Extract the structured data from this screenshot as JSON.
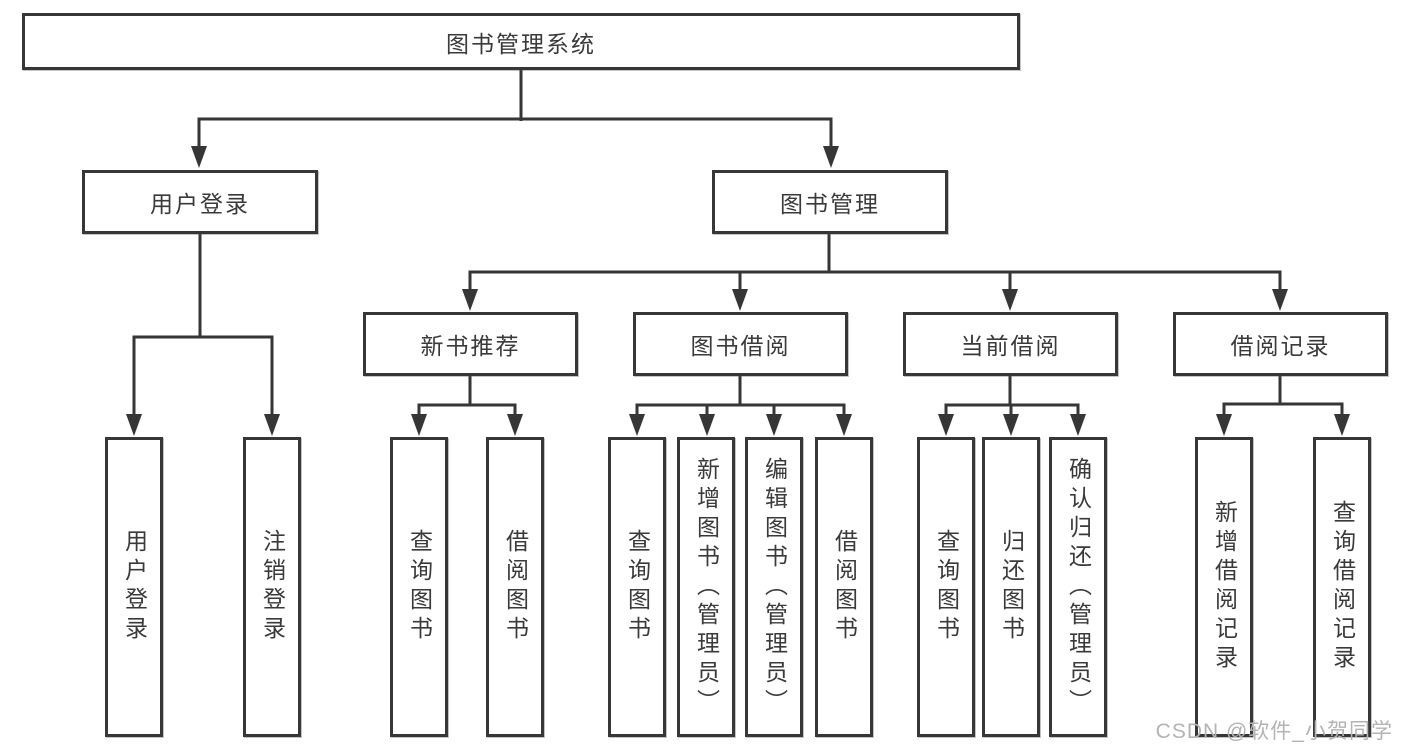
{
  "diagram": {
    "type": "hierarchy-tree",
    "root": {
      "label": "图书管理系统"
    },
    "level2": [
      {
        "label": "用户登录"
      },
      {
        "label": "图书管理"
      }
    ],
    "level3": [
      {
        "label": "新书推荐",
        "parent": "图书管理"
      },
      {
        "label": "图书借阅",
        "parent": "图书管理"
      },
      {
        "label": "当前借阅",
        "parent": "图书管理"
      },
      {
        "label": "借阅记录",
        "parent": "图书管理"
      }
    ],
    "leaves": [
      {
        "label": "用户登录",
        "parent": "用户登录"
      },
      {
        "label": "注销登录",
        "parent": "用户登录"
      },
      {
        "label": "查询图书",
        "parent": "新书推荐"
      },
      {
        "label": "借阅图书",
        "parent": "新书推荐"
      },
      {
        "label": "查询图书",
        "parent": "图书借阅"
      },
      {
        "label": "新增图书（管理员）",
        "parent": "图书借阅"
      },
      {
        "label": "编辑图书（管理员）",
        "parent": "图书借阅"
      },
      {
        "label": "借阅图书",
        "parent": "图书借阅"
      },
      {
        "label": "查询图书",
        "parent": "当前借阅"
      },
      {
        "label": "归还图书",
        "parent": "当前借阅"
      },
      {
        "label": "确认归还（管理员）",
        "parent": "当前借阅"
      },
      {
        "label": "新增借阅记录",
        "parent": "借阅记录"
      },
      {
        "label": "查询借阅记录",
        "parent": "借阅记录"
      }
    ],
    "watermark": "CSDN @软件_小贺同学",
    "colors": {
      "line": "#363636",
      "box_border": "#373737",
      "text": "#3a3a3a",
      "watermark": "#b3b3b3",
      "background": "#ffffff"
    }
  }
}
